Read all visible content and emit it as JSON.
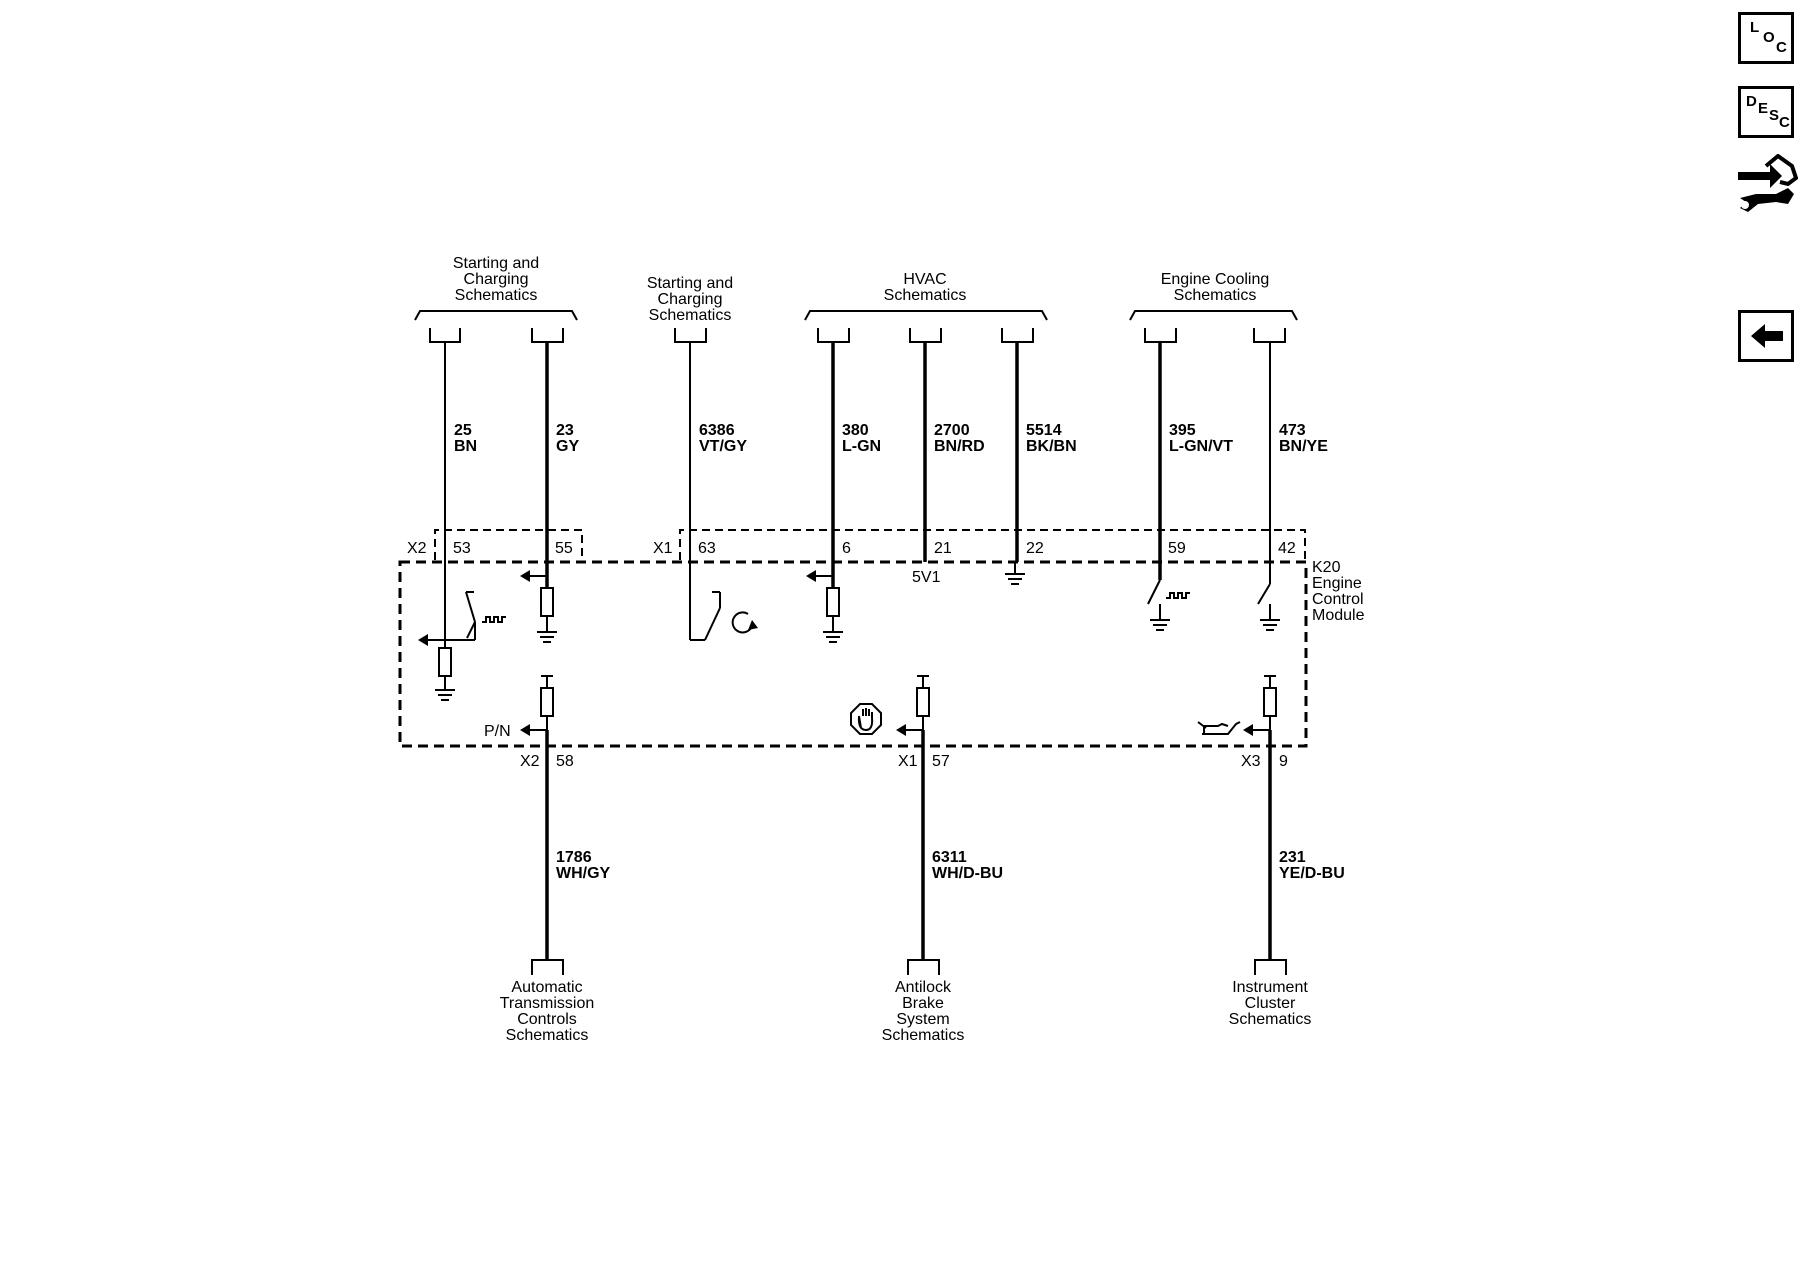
{
  "side_buttons": {
    "loc": [
      "L",
      "O",
      "C"
    ],
    "desc": [
      "D",
      "E",
      "S",
      "C"
    ],
    "tools_icon": "repair-tools-icon",
    "back_icon": "back-arrow-icon"
  },
  "headers": {
    "starting_charging_1": [
      "Starting and",
      "Charging",
      "Schematics"
    ],
    "starting_charging_2": [
      "Starting and",
      "Charging",
      "Schematics"
    ],
    "hvac": [
      "HVAC",
      "Schematics"
    ],
    "engine_cooling": [
      "Engine Cooling",
      "Schematics"
    ]
  },
  "top_wires": [
    {
      "circuit": "25",
      "color": "BN",
      "pin": "53"
    },
    {
      "circuit": "23",
      "color": "GY",
      "pin": "55"
    },
    {
      "circuit": "6386",
      "color": "VT/GY",
      "pin": "63"
    },
    {
      "circuit": "380",
      "color": "L-GN",
      "pin": "6"
    },
    {
      "circuit": "2700",
      "color": "BN/RD",
      "pin": "21"
    },
    {
      "circuit": "5514",
      "color": "BK/BN",
      "pin": "22"
    },
    {
      "circuit": "395",
      "color": "L-GN/VT",
      "pin": "59"
    },
    {
      "circuit": "473",
      "color": "BN/YE",
      "pin": "42"
    }
  ],
  "connectors_top": {
    "x2": "X2",
    "x1": "X1"
  },
  "module": {
    "label": [
      "K20",
      "Engine",
      "Control",
      "Module"
    ],
    "reference_5v": "5V1",
    "pn_label": "P/N"
  },
  "bottom_wires": [
    {
      "connector": "X2",
      "pin": "58",
      "circuit": "1786",
      "color": "WH/GY"
    },
    {
      "connector": "X1",
      "pin": "57",
      "circuit": "6311",
      "color": "WH/D-BU"
    },
    {
      "connector": "X3",
      "pin": "9",
      "circuit": "231",
      "color": "YE/D-BU"
    }
  ],
  "footers": {
    "transmission": [
      "Automatic",
      "Transmission",
      "Controls",
      "Schematics"
    ],
    "abs": [
      "Antilock",
      "Brake",
      "System",
      "Schematics"
    ],
    "cluster": [
      "Instrument",
      "Cluster",
      "Schematics"
    ]
  }
}
